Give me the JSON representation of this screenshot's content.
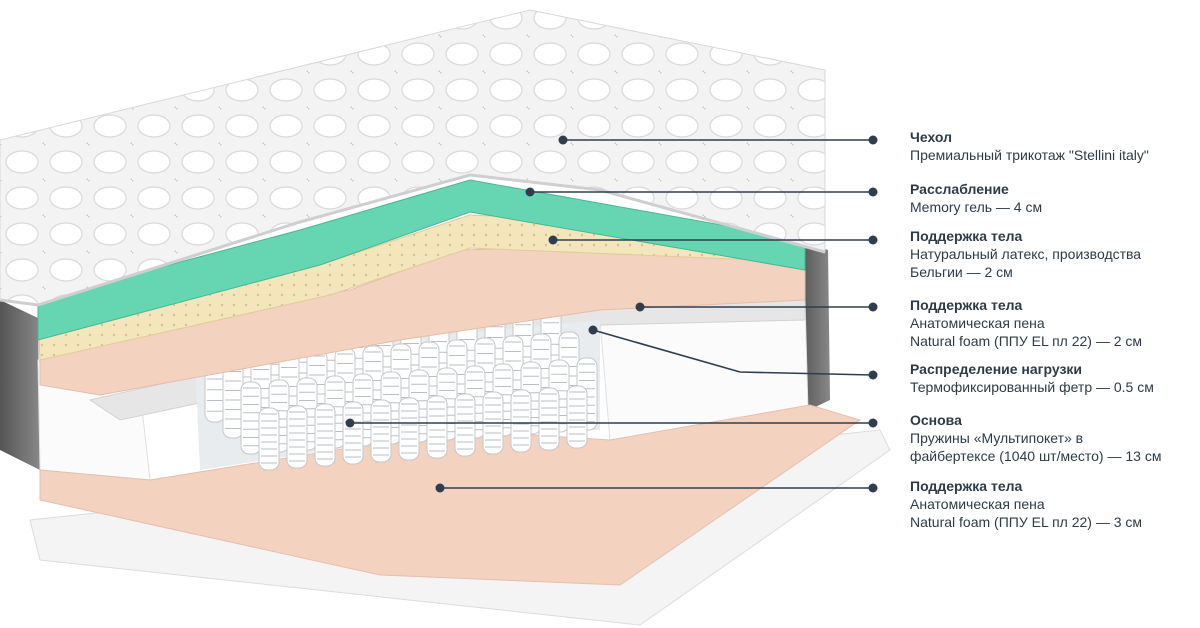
{
  "layers": [
    {
      "title": "Чехол",
      "desc": "Премиальный трикотаж \"Stellini italy\""
    },
    {
      "title": "Расслабление",
      "desc": "Memory гель — 4 см"
    },
    {
      "title": "Поддержка тела",
      "desc": "Натуральный латекс, производства\nБельгии — 2 см"
    },
    {
      "title": "Поддержка тела",
      "desc": "Анатомическая пена\nNatural foam (ППУ EL пл 22) — 2 см"
    },
    {
      "title": "Распределение нагрузки",
      "desc": "Термофиксированный фетр — 0.5 см"
    },
    {
      "title": "Основа",
      "desc": "Пружины «Мультипокет» в\nфайбертексе (1040 шт/место) — 13 см"
    },
    {
      "title": "Поддержка тела",
      "desc": "Анатомическая пена\nNatural foam (ППУ EL пл 22) — 3 см"
    }
  ],
  "colors": {
    "cover": "#f2f2f2",
    "gel": "#66d6b2",
    "latex": "#f3e6bd",
    "foam": "#f4d2c0",
    "felt": "#e3e3e3",
    "side": "#6a6a6a",
    "line": "#2f3e4e",
    "text": "#2e3b47"
  }
}
